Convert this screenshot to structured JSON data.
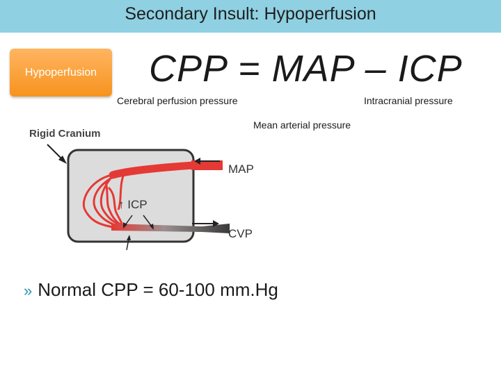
{
  "header": {
    "title": "Secondary Insult: Hypoperfusion"
  },
  "badge": {
    "label": "Hypoperfusion"
  },
  "formula": {
    "text": "CPP = MAP – ICP",
    "cpp_label": "Cerebral perfusion pressure",
    "icp_label": "Intracranial pressure",
    "map_label": "Mean arterial pressure"
  },
  "diagram": {
    "cranium_label": "Rigid Cranium",
    "map_label": "MAP",
    "icp_label": "↑ ICP",
    "cvp_label": "CVP",
    "colors": {
      "vessel": "#e53935",
      "cranium_fill": "#dcdcdc",
      "outline": "#333333"
    }
  },
  "bullets": [
    {
      "marker": "»",
      "text": "Normal CPP = 60-100 mm.Hg"
    }
  ]
}
